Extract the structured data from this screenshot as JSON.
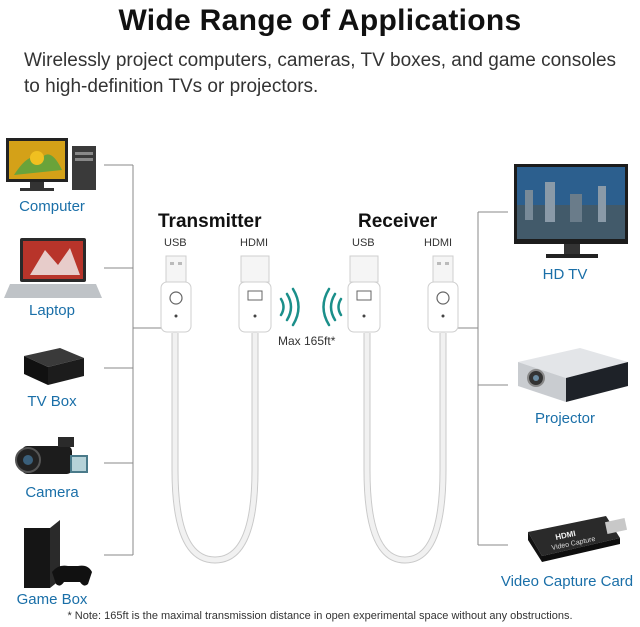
{
  "header": {
    "title": "Wide Range of Applications",
    "subtitle": "Wirelessly project computers, cameras, TV boxes, and game consoles to high-definition TVs or projectors."
  },
  "left_devices": [
    {
      "label": "Computer",
      "icon": "computer-icon"
    },
    {
      "label": "Laptop",
      "icon": "laptop-icon"
    },
    {
      "label": "TV Box",
      "icon": "tv-box-icon"
    },
    {
      "label": "Camera",
      "icon": "camera-icon"
    },
    {
      "label": "Game Box",
      "icon": "game-console-icon"
    }
  ],
  "right_devices": [
    {
      "label": "HD TV",
      "icon": "tv-icon"
    },
    {
      "label": "Projector",
      "icon": "projector-icon"
    },
    {
      "label": "Video Capture Card",
      "icon": "capture-card-icon"
    }
  ],
  "transmitter": {
    "title": "Transmitter",
    "usb": "USB",
    "hdmi": "HDMI"
  },
  "receiver": {
    "title": "Receiver",
    "usb": "USB",
    "hdmi": "HDMI"
  },
  "range_label": "Max 165ft*",
  "capture_card_text": {
    "brand": "HDMI",
    "line": "Video Capture"
  },
  "note": "* Note: 165ft is the maximal transmission distance in open experimental space without any obstructions.",
  "colors": {
    "label_blue": "#1a6fa8",
    "wifi_teal": "#1b8f8a",
    "line_gray": "#8a8a8a"
  }
}
